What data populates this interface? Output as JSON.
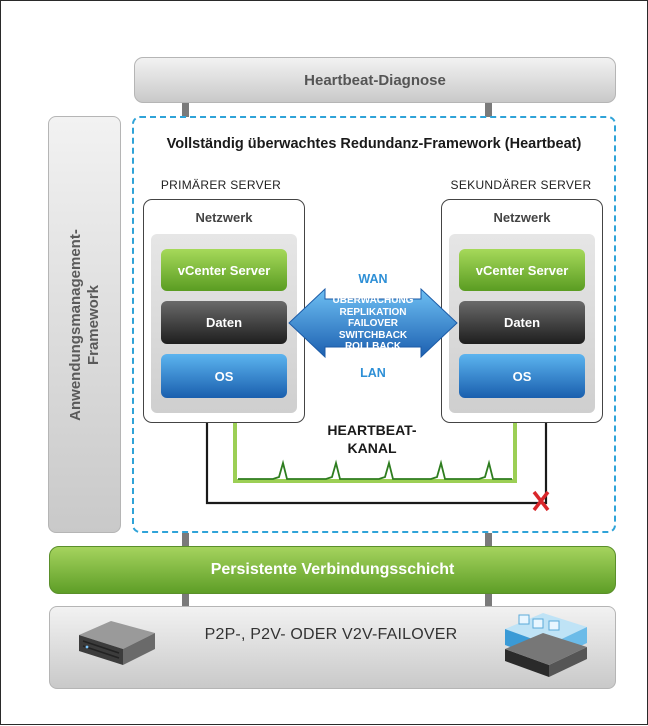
{
  "heartbeat_diagnose": "Heartbeat-Diagnose",
  "app_framework": {
    "line1": "Anwendungsmanagement-",
    "line2": "Framework"
  },
  "framework_title": "Vollständig überwachtes Redundanz-Framework (Heartbeat)",
  "primary": {
    "label": "PRIMÄRER SERVER",
    "network": "Netzwerk",
    "vcenter": "vCenter Server",
    "daten": "Daten",
    "os": "OS"
  },
  "secondary": {
    "label": "SEKUNDÄRER SERVER",
    "network": "Netzwerk",
    "vcenter": "vCenter Server",
    "daten": "Daten",
    "os": "OS"
  },
  "link": {
    "wan": "WAN",
    "lan": "LAN",
    "functions": [
      "ÜBERWACHUNG",
      "REPLIKATION",
      "FAILOVER",
      "SWITCHBACK",
      "ROLLBACK"
    ]
  },
  "heartbeat_channel": {
    "line1": "HEARTBEAT-",
    "line2": "KANAL"
  },
  "persistent_layer": "Persistente Verbindungsschicht",
  "failover": "P2P-, P2V- ODER V2V-FAILOVER",
  "colors": {
    "green": "#6cb33f",
    "blue": "#2d8fd6",
    "dashed_border": "#2fa3d8",
    "fail_mark": "#d9262a"
  },
  "icons": [
    "physical-server-icon",
    "virtual-host-icon",
    "fail-x-icon"
  ]
}
